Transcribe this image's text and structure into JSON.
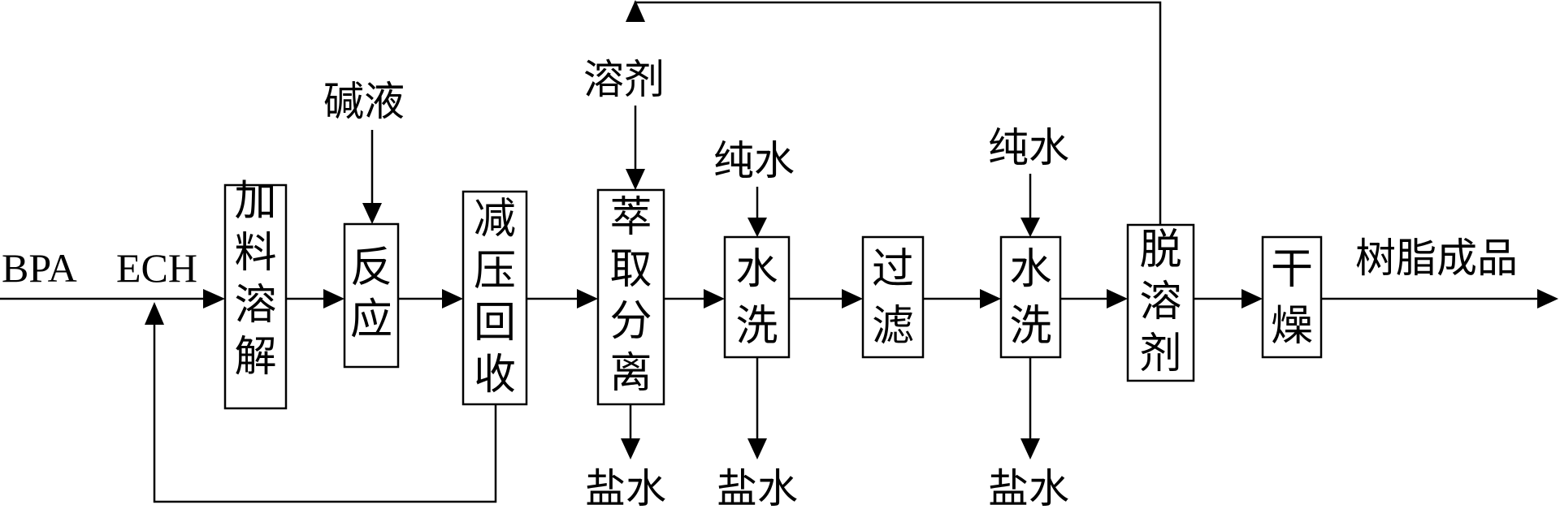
{
  "inputs": {
    "bpa": "BPA",
    "ech": "ECH"
  },
  "steps": {
    "dissolve": "加料溶解",
    "react": "反应",
    "recover": "减压回收",
    "extract": "萃取分离",
    "wash1": "水洗",
    "filter": "过滤",
    "wash2": "水洗",
    "desolvent": "脱溶剂",
    "dry": "干燥"
  },
  "feeds": {
    "alkali": "碱液",
    "solvent": "溶剂",
    "pure_water_1": "纯水",
    "pure_water_2": "纯水"
  },
  "outputs": {
    "brine_1": "盐水",
    "brine_2": "盐水",
    "brine_3": "盐水",
    "product": "树脂成品"
  }
}
